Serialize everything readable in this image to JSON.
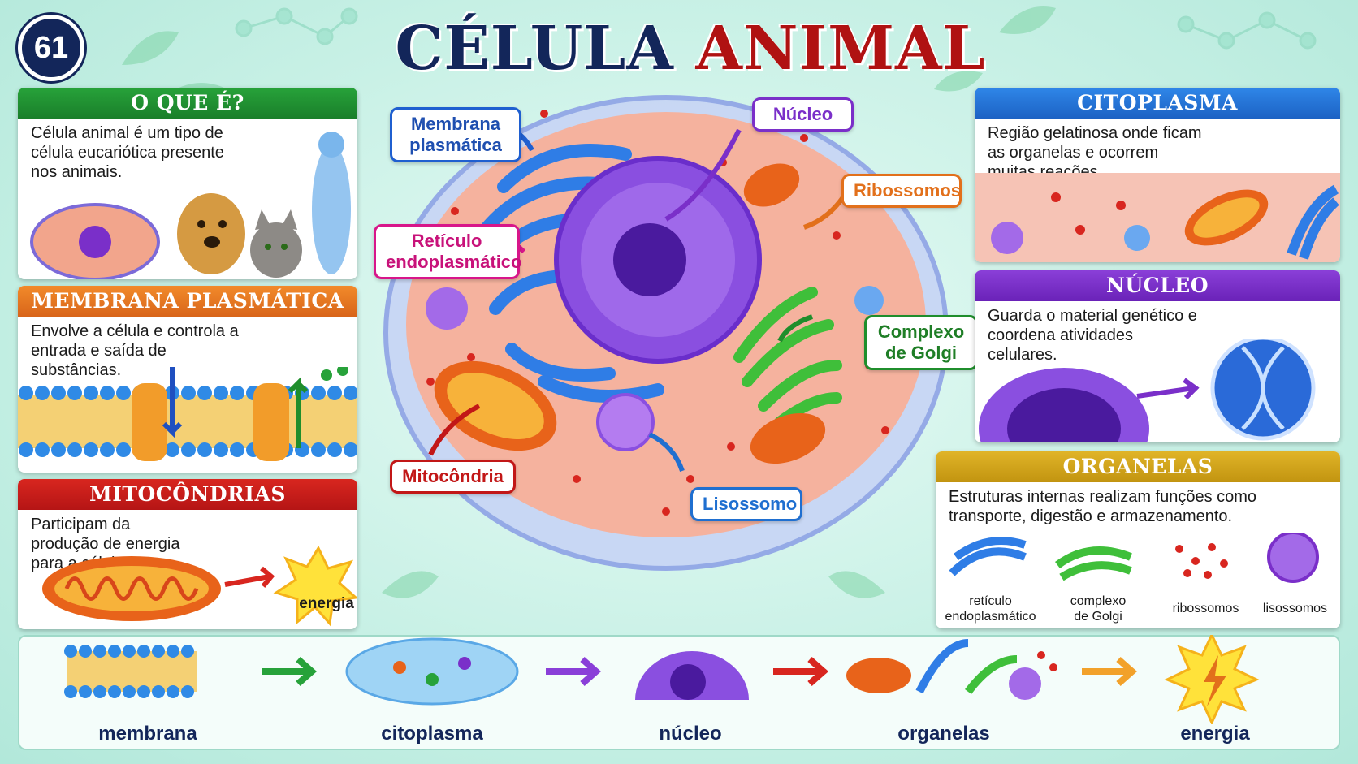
{
  "page_number": "61",
  "title": {
    "part1": "CÉLULA",
    "part2": "ANIMAL"
  },
  "colors": {
    "navy": "#13265a",
    "red": "#c21717",
    "green": "#1f8e2c",
    "orange": "#e2701b",
    "blue": "#1f6fd0",
    "purple": "#7a2fc9",
    "gold": "#c99a12",
    "pink": "#d8168a"
  },
  "panels": {
    "what": {
      "title": "O QUE É?",
      "text": "Célula animal é um tipo de célula eucariótica presente nos animais."
    },
    "membrane": {
      "title": "MEMBRANA PLASMÁTICA",
      "text": "Envolve a célula e controla a entrada e saída de substâncias."
    },
    "mito": {
      "title": "MITOCÔNDRIAS",
      "text": "Participam da produção de energia para a célula.",
      "energy_label": "energia"
    },
    "cyto": {
      "title": "CITOPLASMA",
      "text": "Região gelatinosa onde ficam as organelas e ocorrem muitas reações."
    },
    "nucleus": {
      "title": "NÚCLEO",
      "text": "Guarda o material genético e coordena atividades celulares."
    },
    "organelles": {
      "title": "ORGANELAS",
      "text": "Estruturas internas realizam funções como transporte, digestão e armazenamento.",
      "items": [
        {
          "label1": "retículo",
          "label2": "endoplasmático"
        },
        {
          "label1": "complexo",
          "label2": "de Golgi"
        },
        {
          "label1": "ribossomos",
          "label2": ""
        },
        {
          "label1": "lisossomos",
          "label2": ""
        }
      ]
    }
  },
  "cell_labels": {
    "membrane": {
      "line1": "Membrana",
      "line2": "plasmática"
    },
    "nucleus": {
      "line1": "Núcleo"
    },
    "ribosomes": {
      "line1": "Ribossomos"
    },
    "reticulum": {
      "line1": "Retículo",
      "line2": "endoplasmático"
    },
    "golgi": {
      "line1": "Complexo",
      "line2": "de Golgi"
    },
    "mito": {
      "line1": "Mitocôndria"
    },
    "lysosome": {
      "line1": "Lisossomo"
    }
  },
  "flow": [
    "membrana",
    "citoplasma",
    "núcleo",
    "organelas",
    "energia"
  ]
}
